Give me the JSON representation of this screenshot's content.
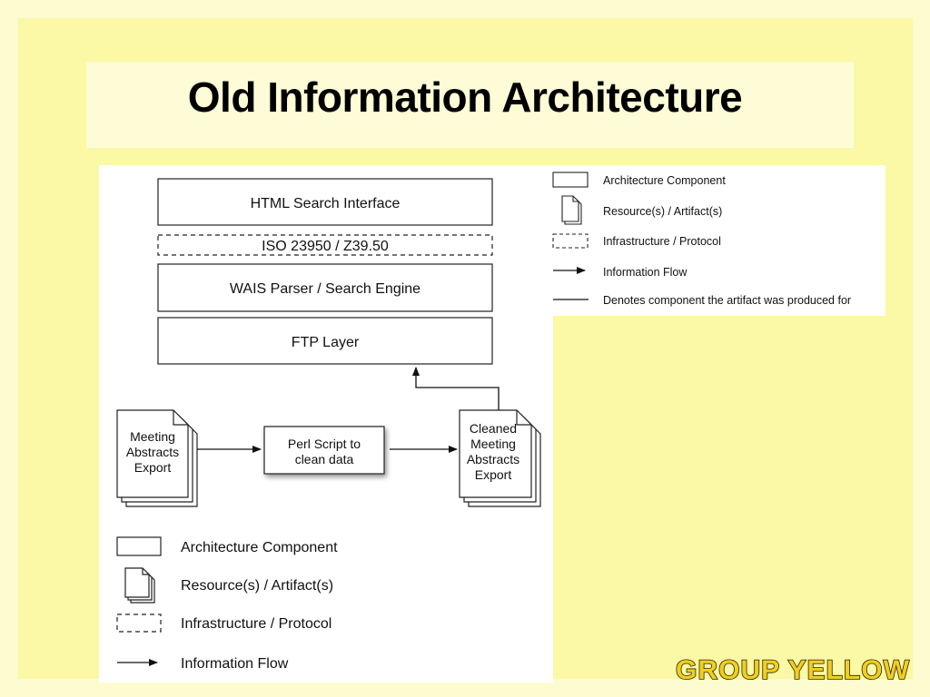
{
  "slide": {
    "title": "Old Information Architecture",
    "brand": "GROUP YELLOW"
  },
  "colors": {
    "slide_background": "#fbf8a6",
    "outer_background": "#fdfbd0",
    "brand_fill": "#f2ce1e",
    "brand_outline": "#2a2411"
  },
  "diagram": {
    "layers": {
      "html_search_interface": "HTML Search Interface",
      "iso_protocol": "ISO 23950 / Z39.50",
      "wais_parser": "WAIS Parser / Search Engine",
      "ftp_layer": "FTP Layer"
    },
    "artifacts": {
      "meeting_export": [
        "Meeting",
        "Abstracts",
        "Export"
      ],
      "cleaned_export": [
        "Cleaned",
        "Meeting",
        "Abstracts",
        "Export"
      ]
    },
    "process": {
      "perl_script": [
        "Perl Script to",
        "clean data"
      ]
    },
    "bottom_legend": {
      "component": "Architecture Component",
      "resource": "Resource(s) / Artifact(s)",
      "infrastructure": "Infrastructure / Protocol",
      "flow": "Information Flow"
    }
  },
  "top_legend": {
    "component": "Architecture Component",
    "resource": "Resource(s) / Artifact(s)",
    "infrastructure": "Infrastructure / Protocol",
    "flow": "Information Flow",
    "produced_for": "Denotes component the artifact was produced for"
  }
}
